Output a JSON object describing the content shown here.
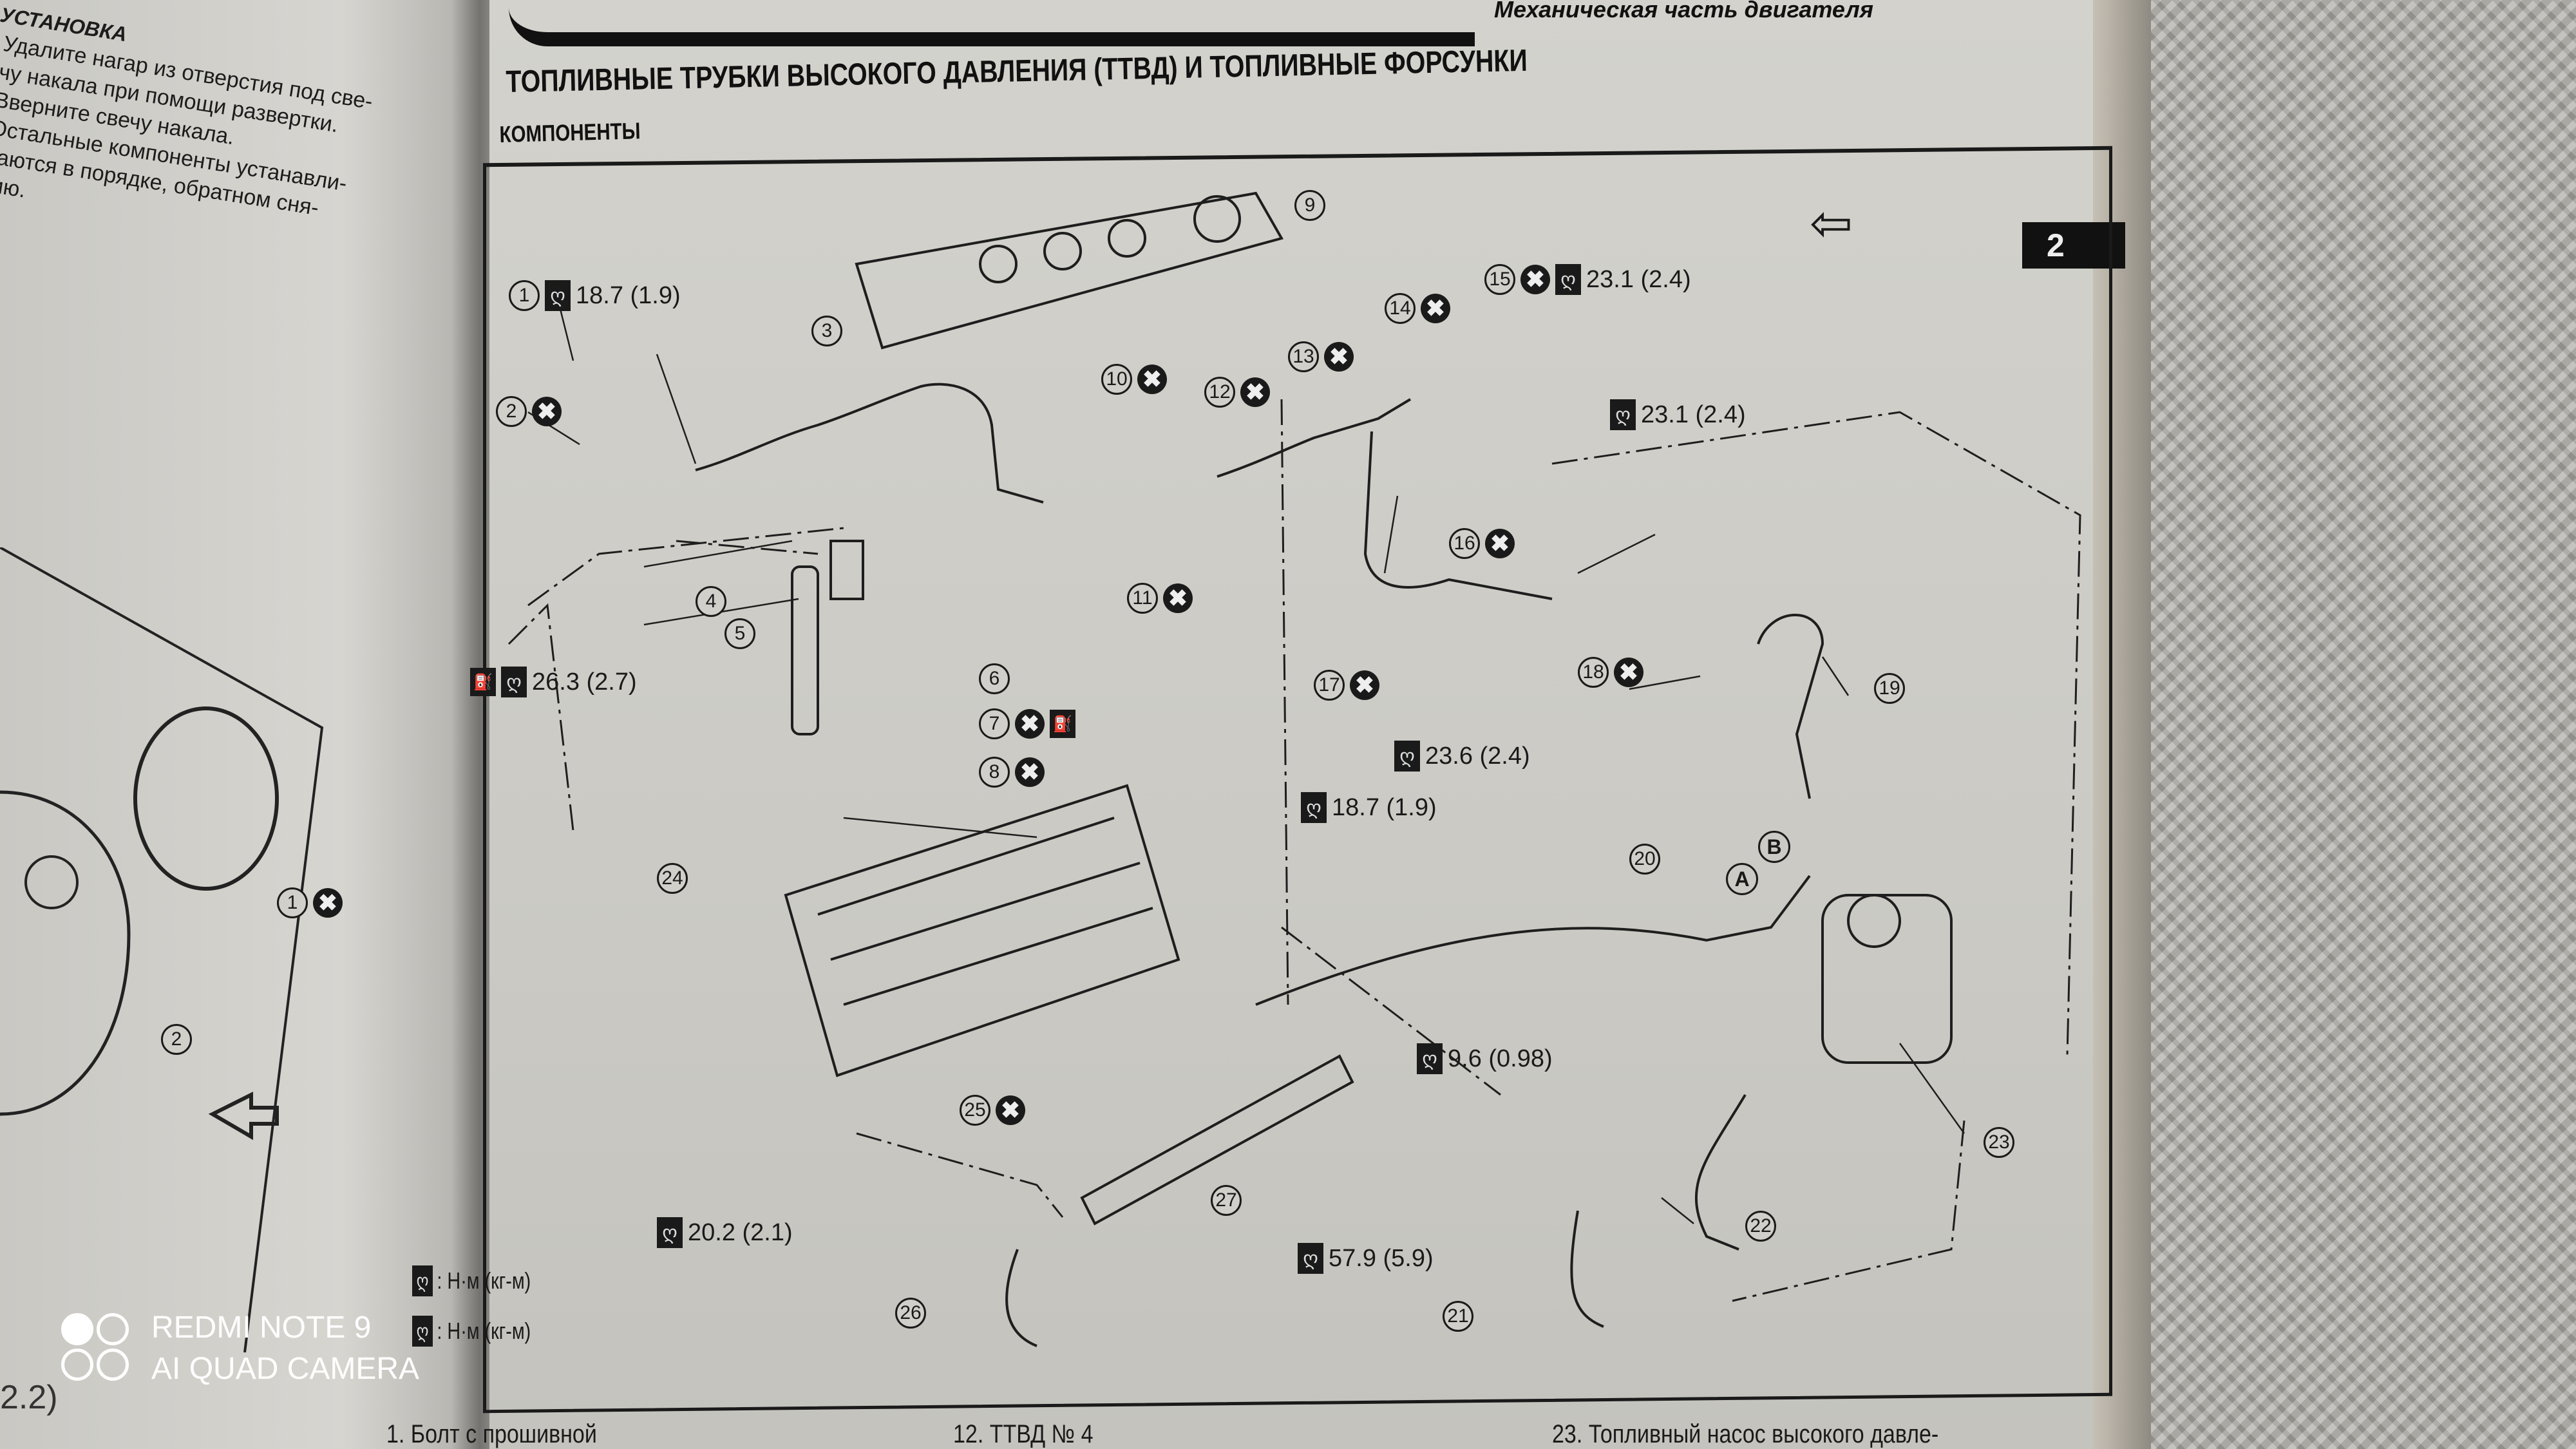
{
  "left_page": {
    "heading": "УСТАНОВКА",
    "paragraphs": [
      "Удалите нагар из отверстия под све-",
      "чу накала при помощи развертки.",
      "Вверните свечу накала.",
      "Остальные компоненты устанавли-",
      "ваются в порядке, обратном сня-",
      "тию."
    ],
    "diagram_labels": {
      "part_1": "1",
      "part_2": "2",
      "torque_fragment": "2.2)"
    }
  },
  "header": {
    "section": "Механическая часть двигателя",
    "title": "ТОПЛИВНЫЕ ТРУБКИ ВЫСОКОГО ДАВЛЕНИЯ (ТТВД) И ТОПЛИВНЫЕ ФОРСУНКИ",
    "subtitle": "КОМПОНЕНТЫ",
    "chapter_tab": "2"
  },
  "diagram": {
    "callouts": [
      {
        "num": "1",
        "torque": "18.7 (1.9)",
        "replace": false
      },
      {
        "num": "2",
        "replace": true
      },
      {
        "num": "3",
        "replace": false
      },
      {
        "num": "4",
        "replace": false
      },
      {
        "num": "5",
        "replace": false
      },
      {
        "num": "6",
        "replace": false
      },
      {
        "num": "7",
        "replace": true,
        "oil": true
      },
      {
        "num": "8",
        "replace": true
      },
      {
        "num": "9",
        "replace": false
      },
      {
        "num": "10",
        "replace": true
      },
      {
        "num": "11",
        "replace": true
      },
      {
        "num": "12",
        "replace": true
      },
      {
        "num": "13",
        "replace": true
      },
      {
        "num": "14",
        "replace": true
      },
      {
        "num": "15",
        "replace": true,
        "torque": "23.1 (2.4)"
      },
      {
        "num": "16",
        "replace": true
      },
      {
        "num": "17",
        "replace": true
      },
      {
        "num": "18",
        "replace": true
      },
      {
        "num": "19",
        "replace": false
      },
      {
        "num": "20",
        "replace": false
      },
      {
        "num": "21",
        "replace": false
      },
      {
        "num": "22",
        "replace": false
      },
      {
        "num": "23",
        "replace": false
      },
      {
        "num": "24",
        "replace": false
      },
      {
        "num": "25",
        "replace": true
      },
      {
        "num": "26",
        "replace": false
      },
      {
        "num": "27",
        "replace": false
      }
    ],
    "torques": {
      "t1": "18.7 (1.9)",
      "t15": "23.1 (2.4)",
      "t_rail_pipes": "23.1 (2.4)",
      "t_injector_clamp": "26.3 (2.7)",
      "t_leak_bolt": "23.6 (2.4)",
      "t_nut": "18.7 (1.9)",
      "t_bracket": "9.6 (0.98)",
      "t_rail_bolt_left": "20.2 (2.1)",
      "t_rail_bolt_right": "57.9 (5.9)"
    },
    "letters": {
      "a": "A",
      "b": "B"
    },
    "icons": {
      "replace": "✖",
      "torque": "ღ",
      "oil": "⛽",
      "front_arrow": "⇦"
    }
  },
  "legend": [
    {
      "icon": "torque-holder-icon",
      "text": ": Н·м (кг-м)"
    },
    {
      "icon": "torque-icon",
      "text": ": Н·м (кг-м)"
    }
  ],
  "captions": [
    "1. Болт с прошивной",
    "12. ТТВД № 4",
    "23. Топливный насос высокого давле-"
  ],
  "watermark": {
    "line1": "REDMI NOTE 9",
    "line2": "AI QUAD CAMERA"
  }
}
